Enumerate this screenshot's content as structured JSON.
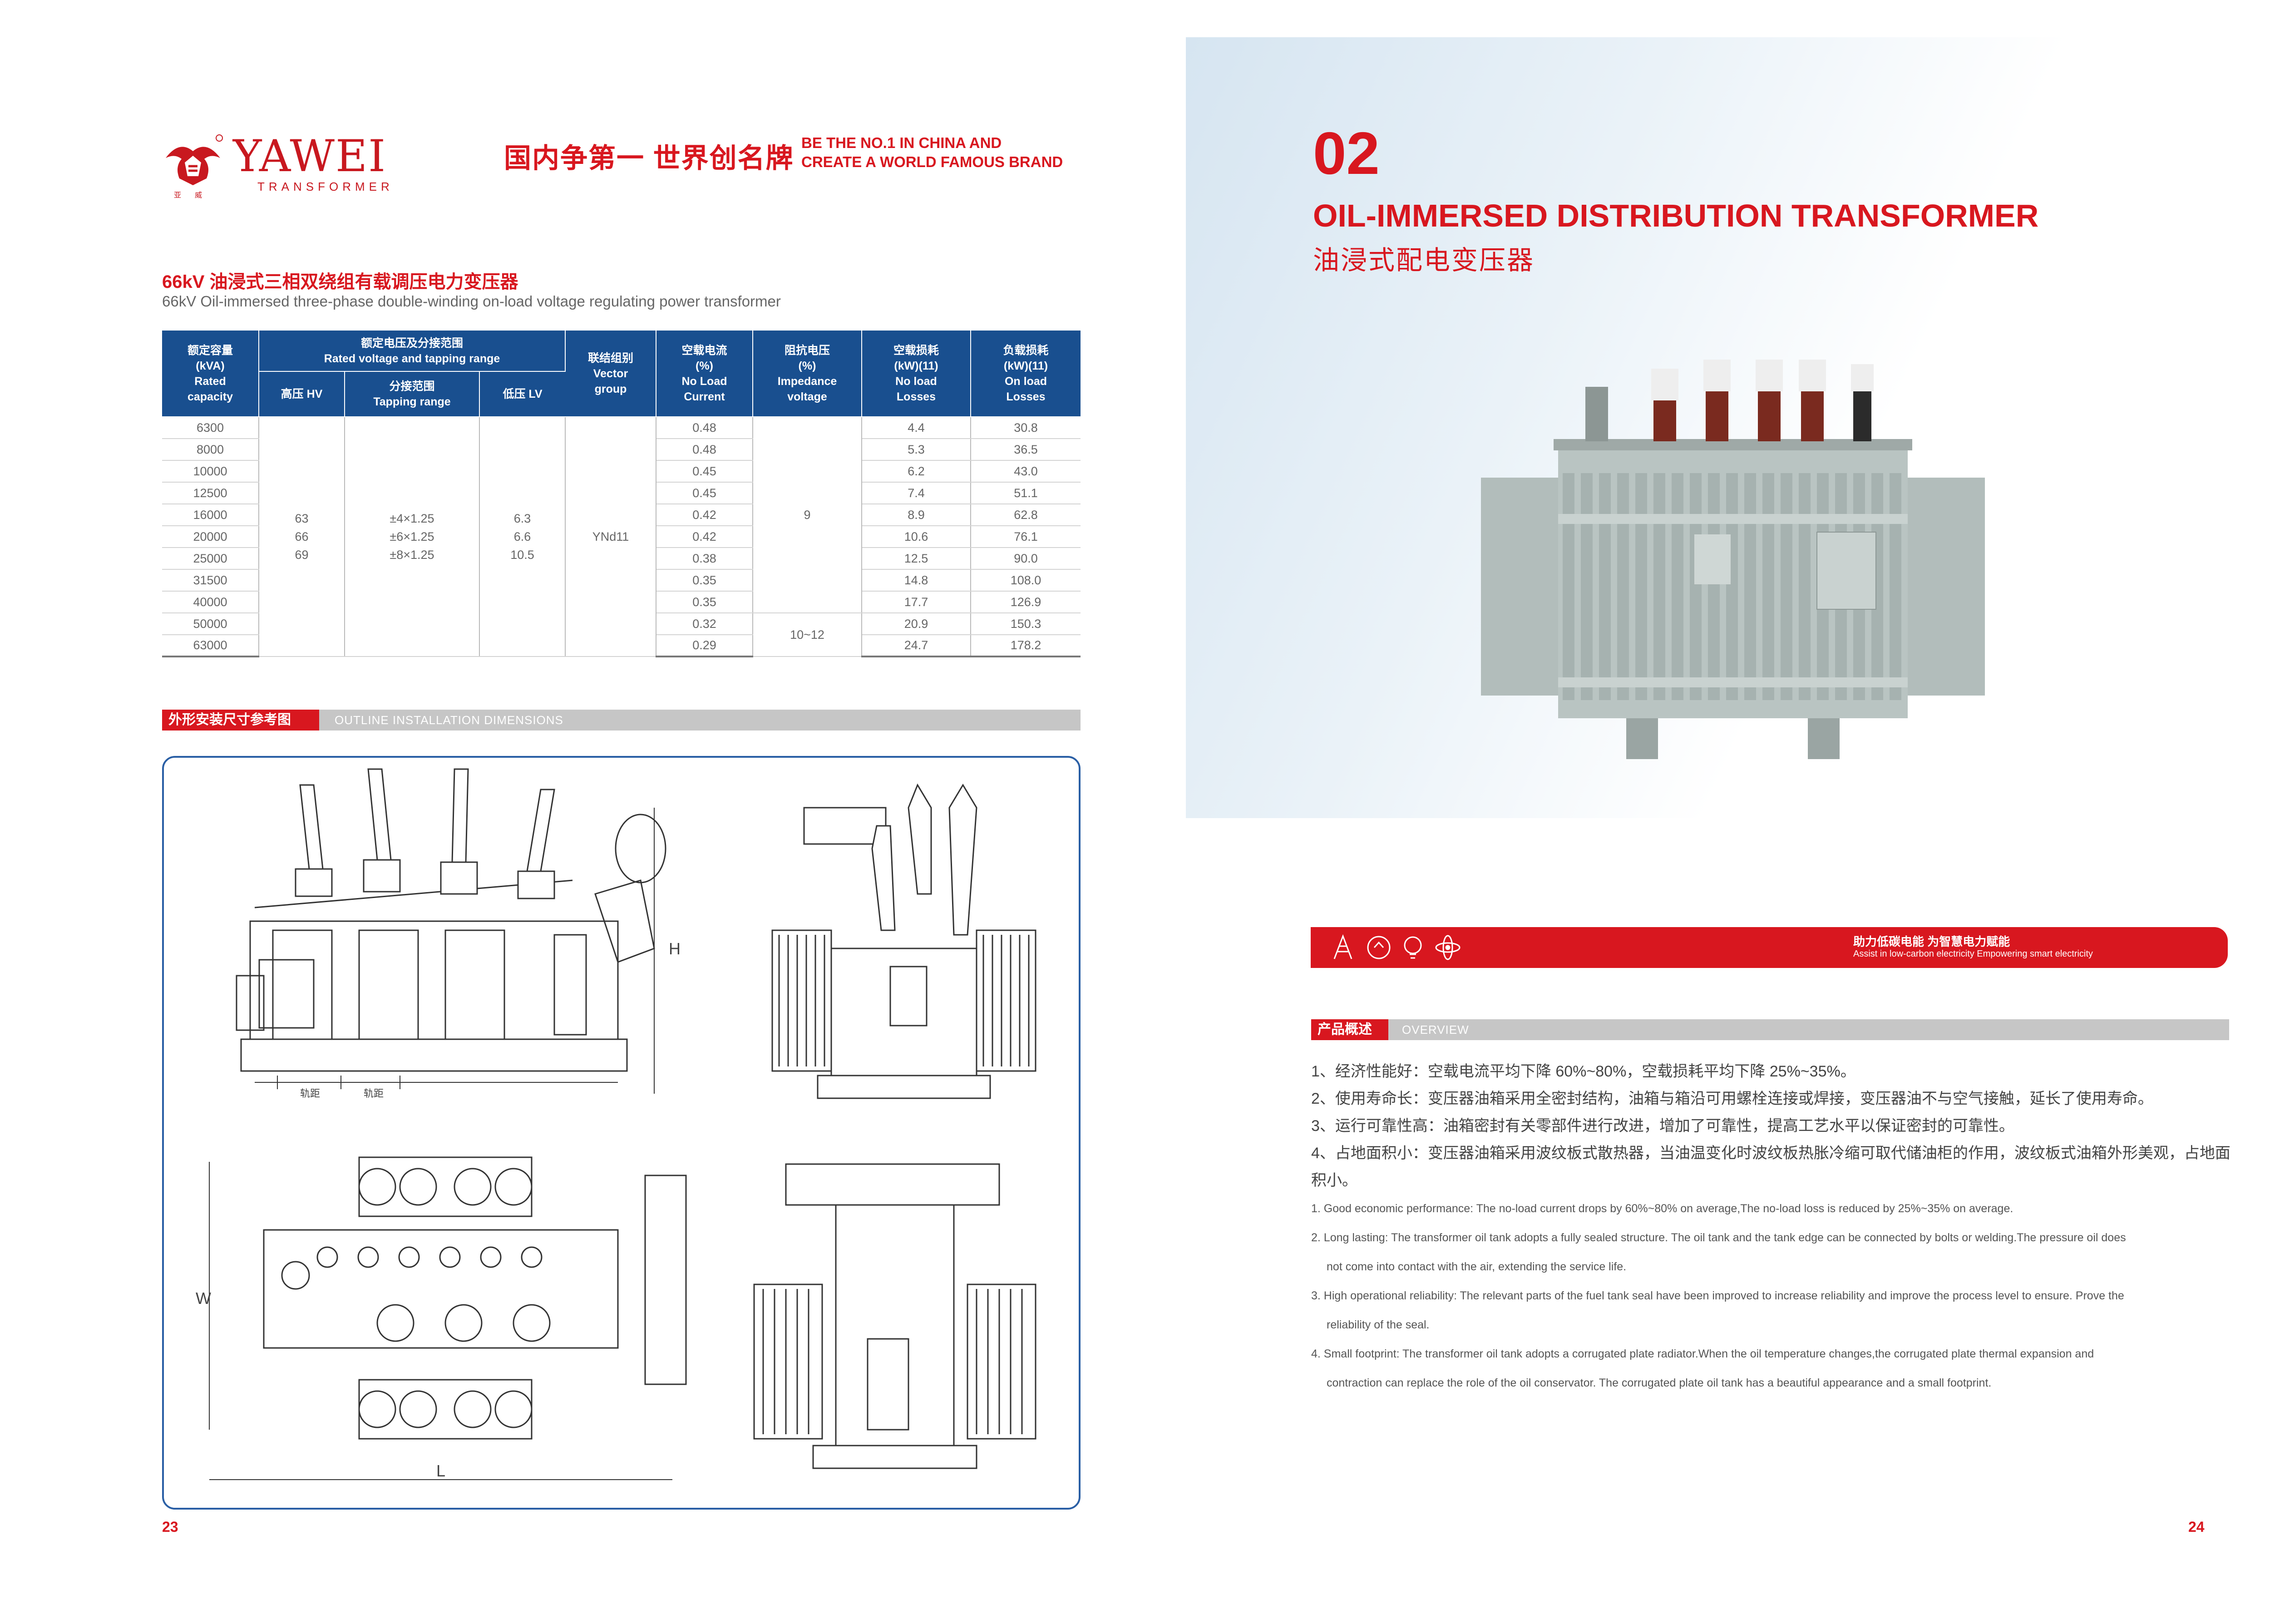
{
  "brand": {
    "name": "YAWEI",
    "sub": "TRANSFORMER",
    "cn": "亚威",
    "slogan_cn": "国内争第一 世界创名牌",
    "slogan_en_1": "BE THE NO.1 IN CHINA AND",
    "slogan_en_2": "CREATE A WORLD FAMOUS BRAND"
  },
  "spec": {
    "title": "66kV 油浸式三相双绕组有载调压电力变压器",
    "subtitle": "66kV Oil-immersed three-phase double-winding on-load voltage regulating power transformer",
    "headers": {
      "capacity": [
        "额定容量",
        "(kVA)",
        "Rated",
        "capacity"
      ],
      "rated_voltage": [
        "额定电压及分接范围",
        "Rated voltage and tapping range"
      ],
      "hv": "高压 HV",
      "tapping": [
        "分接范围",
        "Tapping range"
      ],
      "lv": "低压 LV",
      "vector": [
        "联结组别",
        "Vector",
        "group"
      ],
      "no_load_current": [
        "空载电流",
        "(%)",
        "No Load",
        "Current"
      ],
      "impedance": [
        "阻抗电压",
        "(%)",
        "Impedance",
        "voltage"
      ],
      "no_load_losses": [
        "空载损耗",
        "(kW)(11)",
        "No load",
        "Losses"
      ],
      "on_load_losses": [
        "负载损耗",
        "(kW)(11)",
        "On load",
        "Losses"
      ]
    },
    "rows": [
      {
        "capacity": "6300",
        "nlc": "0.48",
        "nll": "4.4",
        "oll": "30.8"
      },
      {
        "capacity": "8000",
        "nlc": "0.48",
        "nll": "5.3",
        "oll": "36.5"
      },
      {
        "capacity": "10000",
        "nlc": "0.45",
        "nll": "6.2",
        "oll": "43.0"
      },
      {
        "capacity": "12500",
        "nlc": "0.45",
        "nll": "7.4",
        "oll": "51.1"
      },
      {
        "capacity": "16000",
        "nlc": "0.42",
        "nll": "8.9",
        "oll": "62.8"
      },
      {
        "capacity": "20000",
        "nlc": "0.42",
        "nll": "10.6",
        "oll": "76.1"
      },
      {
        "capacity": "25000",
        "nlc": "0.38",
        "nll": "12.5",
        "oll": "90.0"
      },
      {
        "capacity": "31500",
        "nlc": "0.35",
        "nll": "14.8",
        "oll": "108.0"
      },
      {
        "capacity": "40000",
        "nlc": "0.35",
        "nll": "17.7",
        "oll": "126.9"
      },
      {
        "capacity": "50000",
        "nlc": "0.32",
        "nll": "20.9",
        "oll": "150.3"
      },
      {
        "capacity": "63000",
        "nlc": "0.29",
        "nll": "24.7",
        "oll": "178.2"
      }
    ],
    "merged": {
      "hv": [
        "63",
        "66",
        "69"
      ],
      "tapping": [
        "±4×1.25",
        "±6×1.25",
        "±8×1.25"
      ],
      "lv": [
        "6.3",
        "6.6",
        "10.5"
      ],
      "vector": "YNd11",
      "impedance_a": "9",
      "impedance_b": "10~12"
    }
  },
  "outline": {
    "label_cn": "外形安装尺寸参考图",
    "label_en": "OUTLINE INSTALLATION DIMENSIONS",
    "dim_h": "H",
    "dim_w": "W",
    "dim_l": "L",
    "gauge_label": "轨距"
  },
  "page_left": "23",
  "page_right": "24",
  "product": {
    "number": "02",
    "title_en": "OIL-IMMERSED DISTRIBUTION TRANSFORMER",
    "title_cn": "油浸式配电变压器",
    "banner_cn": "助力低碳电能 为智慧电力赋能",
    "banner_en": "Assist in low-carbon electricity Empowering smart electricity"
  },
  "overview": {
    "label_cn": "产品概述",
    "label_en": "OVERVIEW",
    "cn": [
      "1、经济性能好：空载电流平均下降 60%~80%，空载损耗平均下降 25%~35%。",
      "2、使用寿命长：变压器油箱采用全密封结构，油箱与箱沿可用螺栓连接或焊接，变压器油不与空气接触，延长了使用寿命。",
      "3、运行可靠性高：油箱密封有关零部件进行改进，增加了可靠性，提高工艺水平以保证密封的可靠性。",
      "4、占地面积小：变压器油箱采用波纹板式散热器，当油温变化时波纹板热胀冷缩可取代储油柜的作用，波纹板式油箱外形美观，占地面积小。"
    ],
    "en": [
      [
        "1. Good economic performance: The no-load current drops by 60%~80% on average,The no-load loss is reduced by 25%~35% on average."
      ],
      [
        "2. Long lasting: The transformer oil tank adopts a fully sealed structure. The oil tank and the tank edge can be connected by bolts or welding.The pressure oil does",
        "not come into contact with the air, extending the service life."
      ],
      [
        "3. High operational reliability:   The relevant parts of the fuel tank seal have been improved to increase reliability and improve the process level to ensure. Prove the",
        "reliability of the seal."
      ],
      [
        "4. Small footprint: The transformer oil tank adopts a corrugated plate radiator.When the oil temperature changes,the corrugated plate thermal expansion and",
        "contraction can replace the role of the oil conservator. The corrugated plate oil tank has a beautiful appearance and a small footprint."
      ]
    ]
  },
  "colors": {
    "brand_red": "#d8171f",
    "table_header_blue": "#194f8f",
    "frame_blue": "#2a5fa5",
    "transformer_grey": "#b9c4c2"
  }
}
